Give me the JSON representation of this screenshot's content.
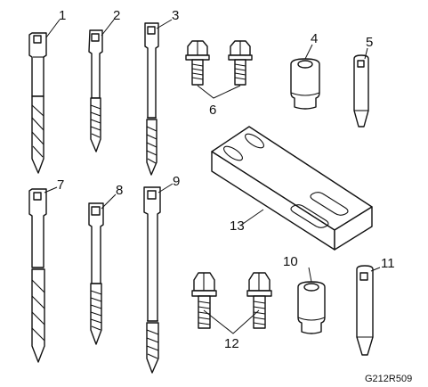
{
  "callouts": {
    "c1": "1",
    "c2": "2",
    "c3": "3",
    "c4": "4",
    "c5": "5",
    "c6": "6",
    "c7": "7",
    "c8": "8",
    "c9": "9",
    "c10": "10",
    "c11": "11",
    "c12": "12",
    "c13": "13"
  },
  "figure_code": "G212R509",
  "colors": {
    "line": "#111111",
    "background": "#ffffff",
    "shade": "#dddddd"
  }
}
